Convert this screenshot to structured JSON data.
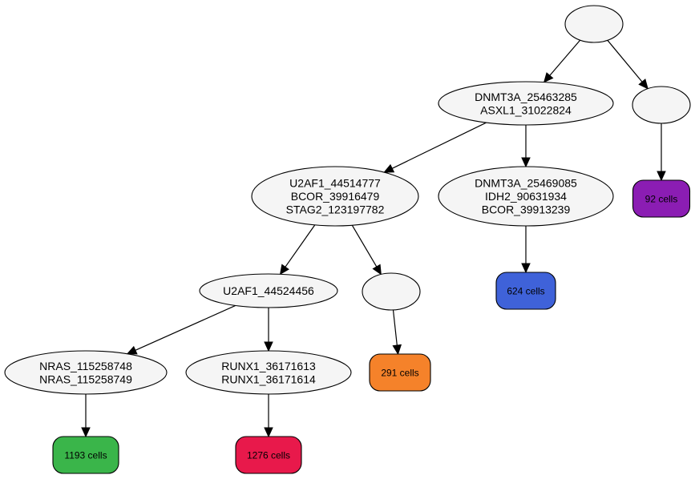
{
  "tree": {
    "nodes": [
      {
        "id": "root",
        "lines": []
      },
      {
        "id": "n1",
        "lines": [
          "DNMT3A_25463285",
          "ASXL1_31022824"
        ]
      },
      {
        "id": "n2",
        "lines": []
      },
      {
        "id": "n3",
        "lines": [
          "U2AF1_44514777",
          "BCOR_39916479",
          "STAG2_123197782"
        ]
      },
      {
        "id": "n4",
        "lines": [
          "DNMT3A_25469085",
          "IDH2_90631934",
          "BCOR_39913239"
        ]
      },
      {
        "id": "n5",
        "lines": [
          "U2AF1_44524456"
        ]
      },
      {
        "id": "n6",
        "lines": []
      },
      {
        "id": "n7",
        "lines": [
          "NRAS_115258748",
          "NRAS_115258749"
        ]
      },
      {
        "id": "n8",
        "lines": [
          "RUNX1_36171613",
          "RUNX1_36171614"
        ]
      }
    ],
    "leaves": [
      {
        "id": "l92",
        "label": "92 cells",
        "cells": 92,
        "color": "#8b1db3"
      },
      {
        "id": "l624",
        "label": "624 cells",
        "cells": 624,
        "color": "#3f62d9"
      },
      {
        "id": "l291",
        "label": "291 cells",
        "cells": 291,
        "color": "#f5822a"
      },
      {
        "id": "l1193",
        "label": "1193 cells",
        "cells": 1193,
        "color": "#3ab54a"
      },
      {
        "id": "l1276",
        "label": "1276 cells",
        "cells": 1276,
        "color": "#e8194b"
      }
    ],
    "edges": [
      [
        "root",
        "n1"
      ],
      [
        "root",
        "n2"
      ],
      [
        "n1",
        "n3"
      ],
      [
        "n1",
        "n4"
      ],
      [
        "n2",
        "l92"
      ],
      [
        "n3",
        "n5"
      ],
      [
        "n3",
        "n6"
      ],
      [
        "n4",
        "l624"
      ],
      [
        "n5",
        "n7"
      ],
      [
        "n5",
        "n8"
      ],
      [
        "n6",
        "l291"
      ],
      [
        "n7",
        "l1193"
      ],
      [
        "n8",
        "l1276"
      ]
    ],
    "node_fill": "#f5f5f5"
  }
}
